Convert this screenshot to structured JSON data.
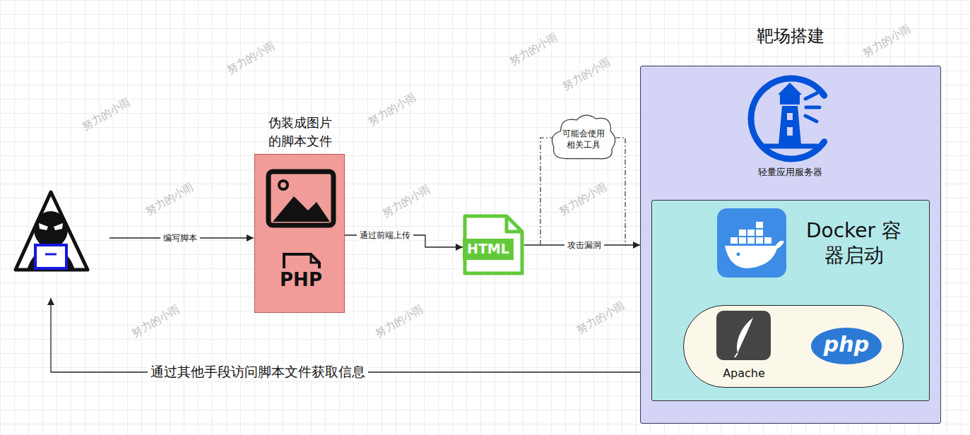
{
  "diagram": {
    "nodes": [
      {
        "text": [
          "伪装成图片 的脚本文件"
        ]
      },
      {
        "text": [
          "HTML"
        ]
      },
      {
        "text": [
          "可能会使用 相关工具"
        ]
      },
      {
        "text": [
          "靶场搭建",
          "轻量应用服务器"
        ]
      },
      {
        "text": [
          "Docker 容器启动"
        ],
        "in": 3
      },
      {
        "text": [
          "Apache",
          "php"
        ],
        "in": 4
      }
    ],
    "edges": [
      {
        "from": 0,
        "to": 1,
        "label": "通过前端上传",
        "arrow": "to"
      },
      {
        "from": 1,
        "to": 3,
        "label": "攻击漏洞",
        "arrow": "to"
      }
    ],
    "labels": [
      "编写脚本",
      "PHP",
      "通过其他手段访问脚本文件获取信息",
      "努力的小雨",
      "努力的小雨",
      "努力的小雨",
      "努力的小雨",
      "努力的小雨",
      "努力的小雨",
      "努力的小雨",
      "努力的小雨",
      "努力的小雨",
      "努力的小雨",
      "努力的小雨",
      "努力的小雨"
    ]
  }
}
